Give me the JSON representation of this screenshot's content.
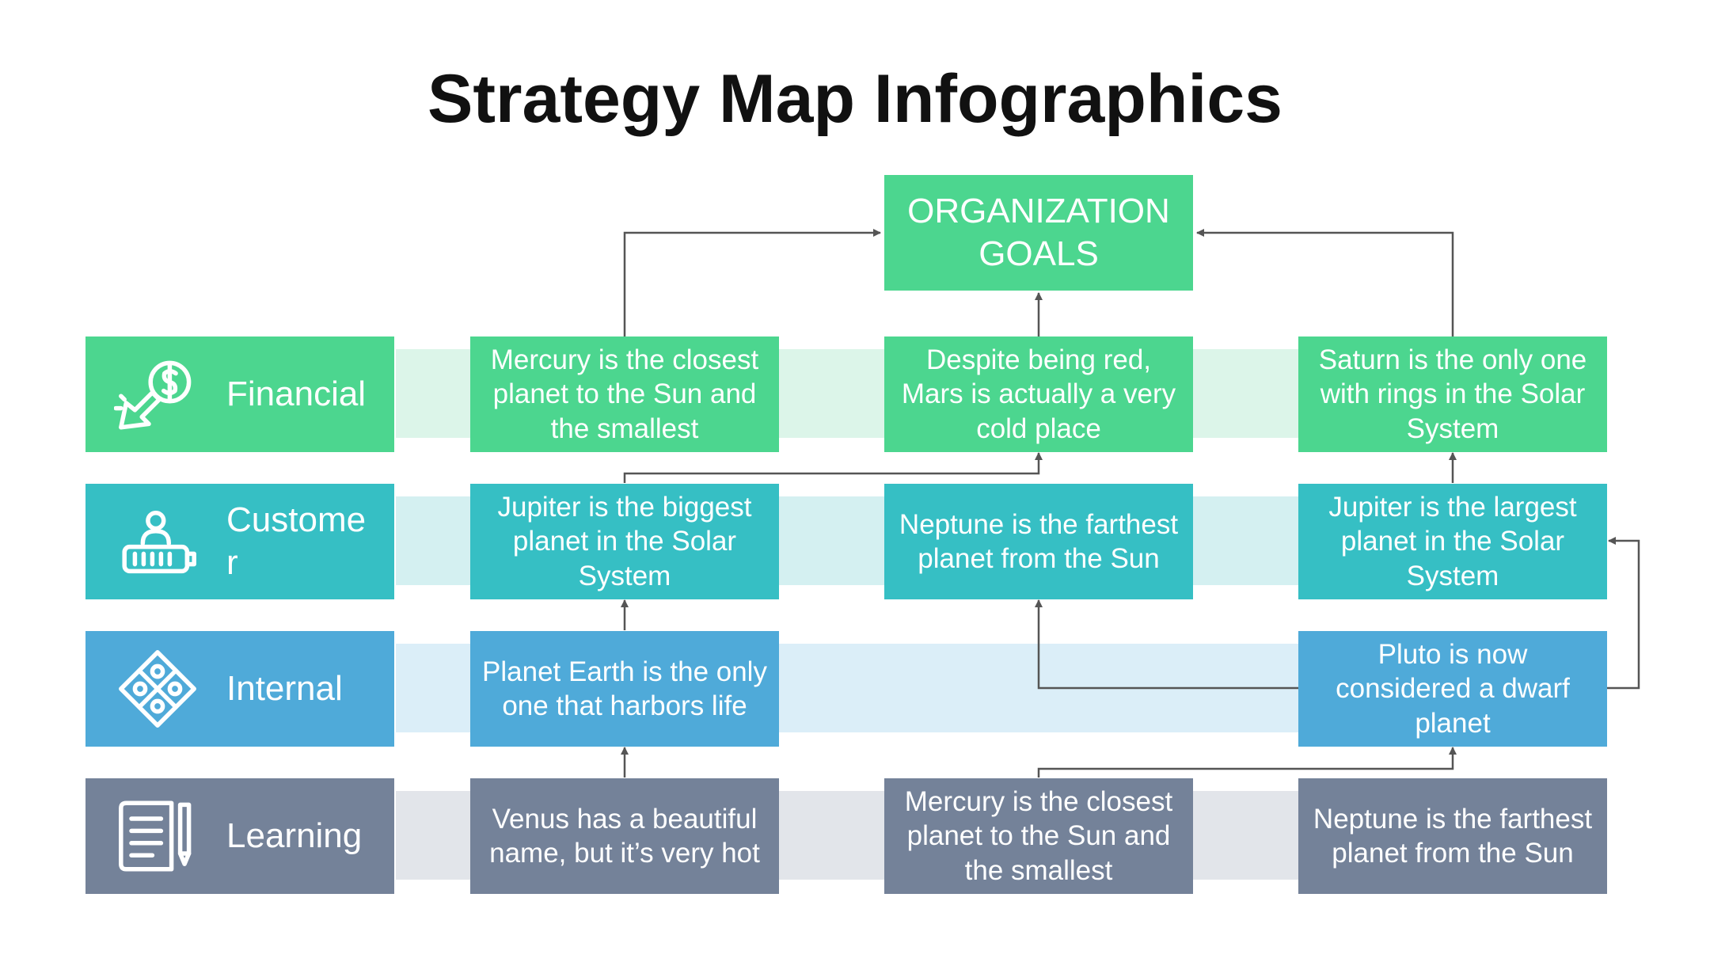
{
  "title": "Strategy Map Infographics",
  "goal": {
    "line1": "ORGANIZATION",
    "line2": "GOALS"
  },
  "colors": {
    "financial": "#4cd68f",
    "financial_band": "#dcf5e9",
    "customer": "#36bfc4",
    "customer_band": "#d4f0f1",
    "internal": "#4faad9",
    "internal_band": "#dbeef8",
    "learning": "#748299",
    "learning_band": "#e2e5ea",
    "connector": "#555555"
  },
  "rows": {
    "financial": {
      "label": "Financial",
      "icon": "dollar-cursor-icon",
      "cells": [
        "Mercury is the closest planet to the Sun and the smallest",
        "Despite being red, Mars is actually a very cold place",
        "Saturn is the only one with rings in the Solar System"
      ]
    },
    "customer": {
      "label": "Customer",
      "icon": "customer-card-icon",
      "cells": [
        "Jupiter is the biggest planet in the Solar System",
        "Neptune is the farthest planet from the Sun",
        "Jupiter is the largest planet in the Solar System"
      ]
    },
    "internal": {
      "label": "Internal",
      "icon": "puzzle-icon",
      "cells": [
        "Planet Earth is the only one that harbors life",
        "Pluto is now considered a dwarf planet"
      ]
    },
    "learning": {
      "label": "Learning",
      "icon": "notes-pen-icon",
      "cells": [
        "Venus has a beautiful name, but it’s very hot",
        "Mercury is the closest planet to the Sun and the smallest",
        "Neptune is the farthest planet from the Sun"
      ]
    }
  }
}
